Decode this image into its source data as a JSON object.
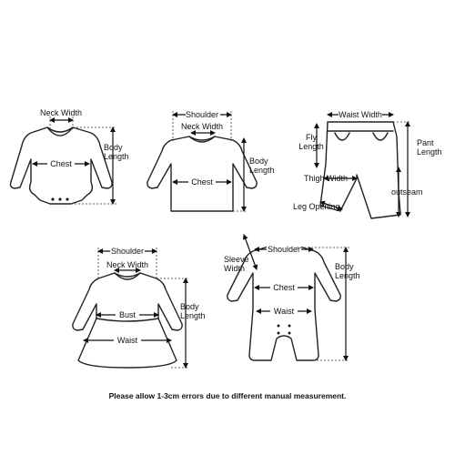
{
  "colors": {
    "line": "#222222",
    "background": "#ffffff"
  },
  "diagrams": {
    "bodysuit": {
      "neck_width": "Neck Width",
      "chest": "Chest",
      "body_length": "Body\nLength"
    },
    "shirt": {
      "shoulder": "Shoulder",
      "neck_width": "Neck Width",
      "chest": "Chest",
      "body_length": "Body\nLength"
    },
    "pants": {
      "waist_width": "Waist Width",
      "fly_length": "Fly\nLength",
      "pant_length": "Pant\nLength",
      "thigh_width": "Thigh Width",
      "outseam": "outseam",
      "leg_opening": "Leg Opening"
    },
    "dress": {
      "shoulder": "Shoulder",
      "neck_width": "Neck Width",
      "bust": "Bust",
      "waist": "Waist",
      "body_length": "Body\nLength"
    },
    "romper": {
      "shoulder": "Shoulder",
      "sleeve_width": "Sleeve\nWidth",
      "chest": "Chest",
      "waist": "Waist",
      "body_length": "Body\nLength"
    }
  },
  "footer_note": "Please allow 1-3cm errors due to different manual measurement."
}
